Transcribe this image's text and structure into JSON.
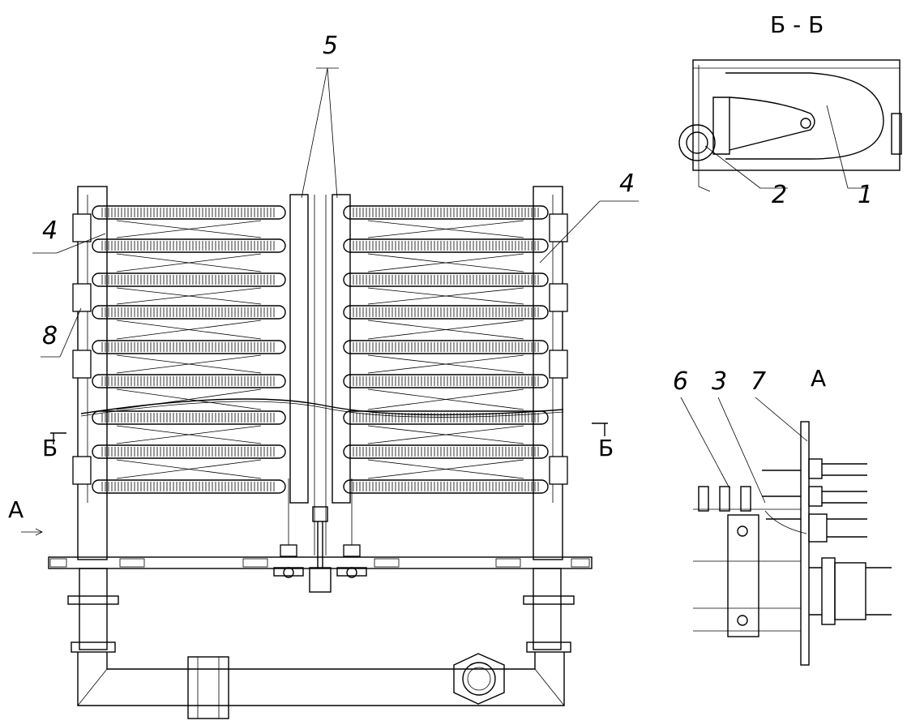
{
  "section_title": "Б - Б",
  "view_label": "А",
  "view_arrow_label": "А",
  "section_mark_left": "Б",
  "section_mark_right": "Б",
  "callouts": {
    "c1": "1",
    "c2": "2",
    "c3": "3",
    "c4_left": "4",
    "c4_right": "4",
    "c5": "5",
    "c6": "6",
    "c7": "7",
    "c8": "8"
  }
}
